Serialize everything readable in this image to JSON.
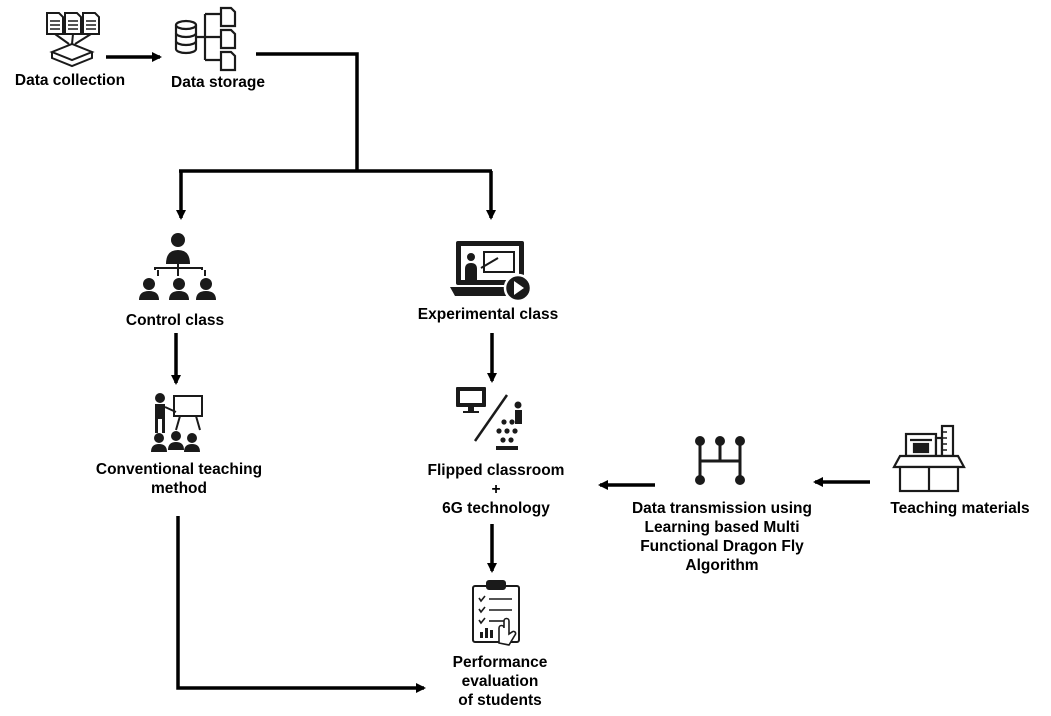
{
  "nodes": {
    "data_collection": {
      "label": "Data collection"
    },
    "data_storage": {
      "label": "Data storage"
    },
    "control_class": {
      "label": "Control class"
    },
    "experimental_class": {
      "label": "Experimental class"
    },
    "conventional_teaching": {
      "line1": "Conventional teaching",
      "line2": "method"
    },
    "flipped_classroom": {
      "line1": "Flipped classroom",
      "line2": "+",
      "line3": "6G technology"
    },
    "data_transmission": {
      "line1": "Data transmission using",
      "line2": "Learning based Multi",
      "line3": "Functional Dragon Fly",
      "line4": "Algorithm"
    },
    "teaching_materials": {
      "label": "Teaching materials"
    },
    "performance_evaluation": {
      "line1": "Performance",
      "line2": "evaluation",
      "line3": "of students"
    }
  },
  "icons": {
    "data_collection": "documents-to-tray-icon",
    "data_storage": "database-tree-icon",
    "control_class": "hierarchy-people-icon",
    "experimental_class": "laptop-lecture-icon",
    "conventional_teaching": "presenter-audience-icon",
    "flipped_classroom": "flipped-classroom-icon",
    "data_transmission": "transmission-network-icon",
    "teaching_materials": "books-box-icon",
    "performance_evaluation": "clipboard-checklist-icon"
  },
  "colors": {
    "line": "#000000",
    "icon": "#1a1a1a",
    "background": "#ffffff"
  }
}
